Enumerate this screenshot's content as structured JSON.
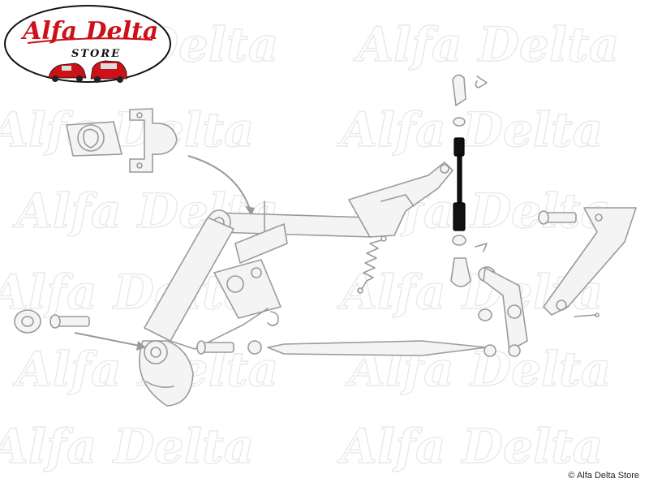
{
  "logo": {
    "brand_text": "Alfa Delta",
    "store_text": "STORE",
    "brand_color": "#cc1119"
  },
  "watermark_text": "Alfa Delta",
  "copyright": "© Alfa Delta Store",
  "highlight_part": "gearshift-rod",
  "colors": {
    "part_outline": "#9a9a9a",
    "highlighted_part": "#111111",
    "watermark": "#e9e9e9"
  }
}
